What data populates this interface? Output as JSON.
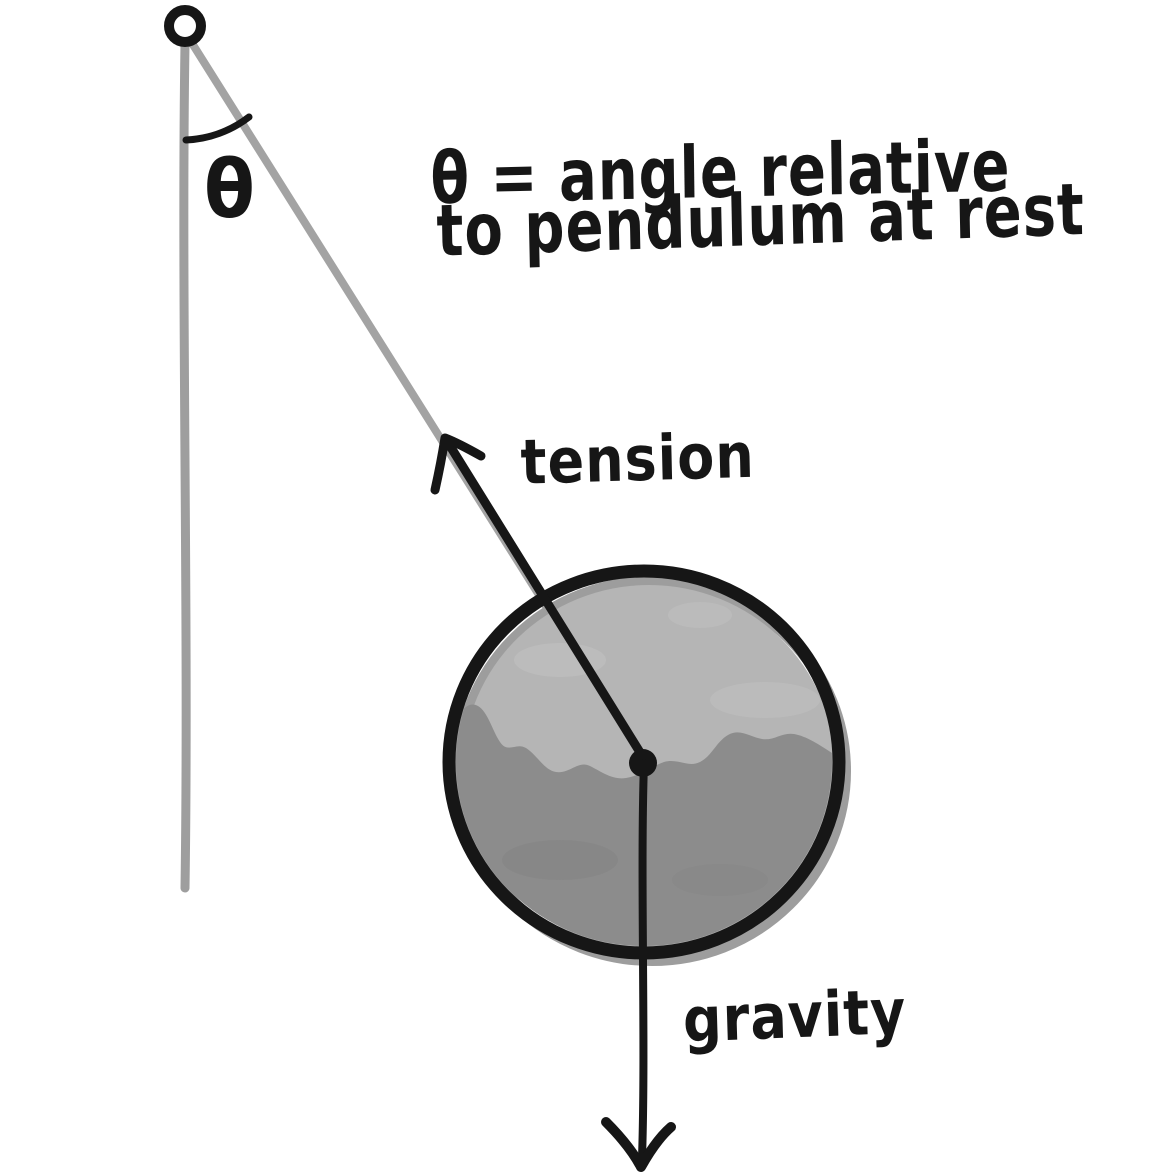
{
  "diagram": {
    "theta_symbol": "θ",
    "annotation_line1": "θ = angle relative",
    "annotation_line2": "to pendulum at rest",
    "tension_label": "tension",
    "gravity_label": "gravity"
  },
  "colors": {
    "background": "#ffffff",
    "ink": "#161616",
    "string": "#a3a3a3",
    "rest_line": "#9e9e9e",
    "bob_light": "#b5b5b5",
    "bob_light_mottle": "#c6c6c6",
    "bob_dark": "#8c8c8c",
    "bob_dark_mottle": "#7f7f7f",
    "bob_shadow": "#9d9d9d",
    "pivot_fill": "#ffffff"
  }
}
